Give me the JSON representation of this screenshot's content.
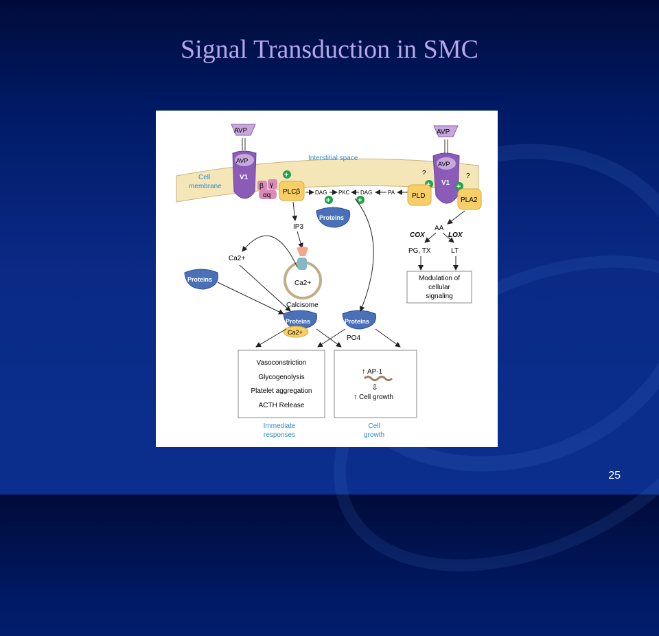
{
  "slide": {
    "title": "Signal Transduction in SMC",
    "page_number": "25"
  },
  "diagram": {
    "avp": "AVP",
    "v1_label": "V1",
    "beta": "β",
    "gamma": "γ",
    "alpha_q": "αq",
    "interstitial_space": "Interstitial space",
    "cell_membrane_line1": "Cell",
    "cell_membrane_line2": "membrane",
    "plc": "PLCβ",
    "dag": "DAG",
    "pkc": "PKC",
    "pa": "PA",
    "pld": "PLD",
    "pla2": "PLA2",
    "proteins": "Proteins",
    "ip3": "IP3",
    "ca2": "Ca2+",
    "calcisome": "Calcisome",
    "po4": "PO4",
    "question": "?",
    "aa": "AA",
    "cox": "COX",
    "lox": "LOX",
    "pg_tx": "PG, TX",
    "lt": "LT",
    "modulation_line1": "Modulation of",
    "modulation_line2": "cellular",
    "modulation_line3": "signaling",
    "responses": [
      "Vasoconstriction",
      "Glycogenolysis",
      "Platelet aggregation",
      "ACTH Release"
    ],
    "immediate_line1": "Immediate",
    "immediate_line2": "responses",
    "ap1": "AP-1",
    "cell_growth_text": "Cell growth",
    "cell_growth_line1": "Cell",
    "cell_growth_line2": "growth"
  },
  "colors": {
    "title": "#b6a6e8",
    "receptor": "#8a5cb8",
    "avp_fill": "#c6a8dc",
    "membrane": "#f5e6b8",
    "enzyme": "#f8cf66",
    "proteins": "#4a70b8",
    "plus": "#1fa34a",
    "label_blue": "#2a8ad0"
  }
}
